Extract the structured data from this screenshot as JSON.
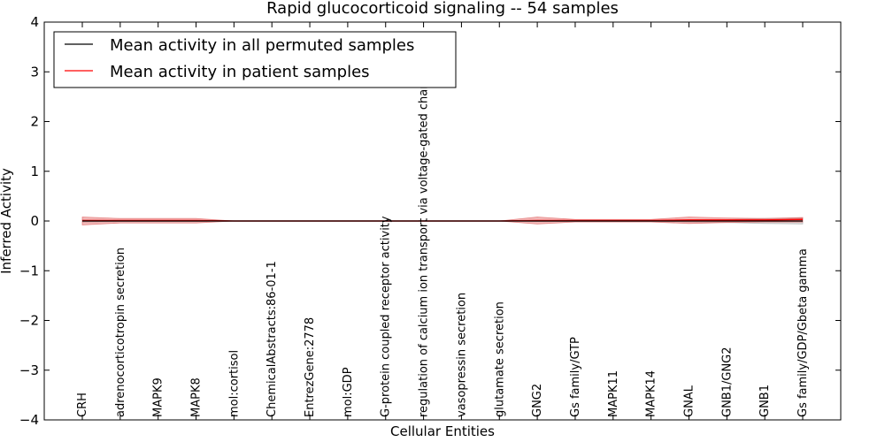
{
  "chart_data": {
    "type": "line",
    "title": "Rapid glucocorticoid signaling -- 54 samples",
    "xlabel": "Cellular Entities",
    "ylabel": "Inferred Activity",
    "ylim": [
      -4,
      4
    ],
    "yticks": [
      -4,
      -3,
      -2,
      -1,
      0,
      1,
      2,
      3,
      4
    ],
    "ytick_labels": [
      "−4",
      "−3",
      "−2",
      "−1",
      "0",
      "1",
      "2",
      "3",
      "4"
    ],
    "grid": false,
    "legend_position": "top-left",
    "categories": [
      "CRH",
      "adrenocorticotropin secretion",
      "MAPK9",
      "MAPK8",
      "mol:cortisol",
      "ChemicalAbstracts:86-01-1",
      "EntrezGene:2778",
      "mol:GDP",
      "G-protein coupled receptor activity",
      "regulation of calcium ion transport via voltage-gated channel",
      "vasopressin secretion",
      "glutamate secretion",
      "GNG2",
      "Gs family/GTP",
      "MAPK11",
      "MAPK14",
      "GNAL",
      "GNB1/GNG2",
      "GNB1",
      "Gs family/GDP/Gbeta gamma"
    ],
    "series": [
      {
        "name": "Mean activity in all permuted samples",
        "color": "#000000",
        "values": [
          0,
          0,
          0,
          0,
          0,
          0,
          0,
          0,
          0,
          0,
          0,
          0,
          0,
          0,
          0,
          0,
          0,
          0,
          0,
          0
        ],
        "band_low": [
          -0.02,
          -0.01,
          -0.01,
          -0.01,
          0,
          0,
          0,
          0,
          0,
          0,
          0,
          0,
          -0.01,
          -0.01,
          -0.01,
          -0.01,
          -0.02,
          -0.03,
          -0.05,
          -0.06
        ],
        "band_high": [
          0.02,
          0.01,
          0.01,
          0.01,
          0,
          0,
          0,
          0,
          0,
          0,
          0,
          0,
          0.01,
          0.01,
          0.01,
          0.01,
          0.02,
          0.03,
          0.05,
          0.06
        ],
        "band_color": "#aaaaaa"
      },
      {
        "name": "Mean activity in patient samples",
        "color": "#ff0000",
        "values": [
          0.01,
          0.01,
          0.01,
          0.01,
          0,
          0,
          0,
          0,
          0,
          0,
          0,
          0,
          0.01,
          0.01,
          0.01,
          0.01,
          0.02,
          0.02,
          0.02,
          0.03
        ],
        "band_low": [
          -0.08,
          -0.04,
          -0.04,
          -0.04,
          0,
          0,
          0,
          0,
          0,
          0,
          0,
          0,
          -0.06,
          -0.02,
          -0.02,
          -0.02,
          -0.05,
          -0.03,
          -0.02,
          -0.02
        ],
        "band_high": [
          0.08,
          0.05,
          0.05,
          0.05,
          0,
          0,
          0,
          0,
          0,
          0,
          0,
          0,
          0.08,
          0.03,
          0.03,
          0.03,
          0.08,
          0.06,
          0.05,
          0.07
        ],
        "band_color": "#e06060"
      }
    ]
  }
}
